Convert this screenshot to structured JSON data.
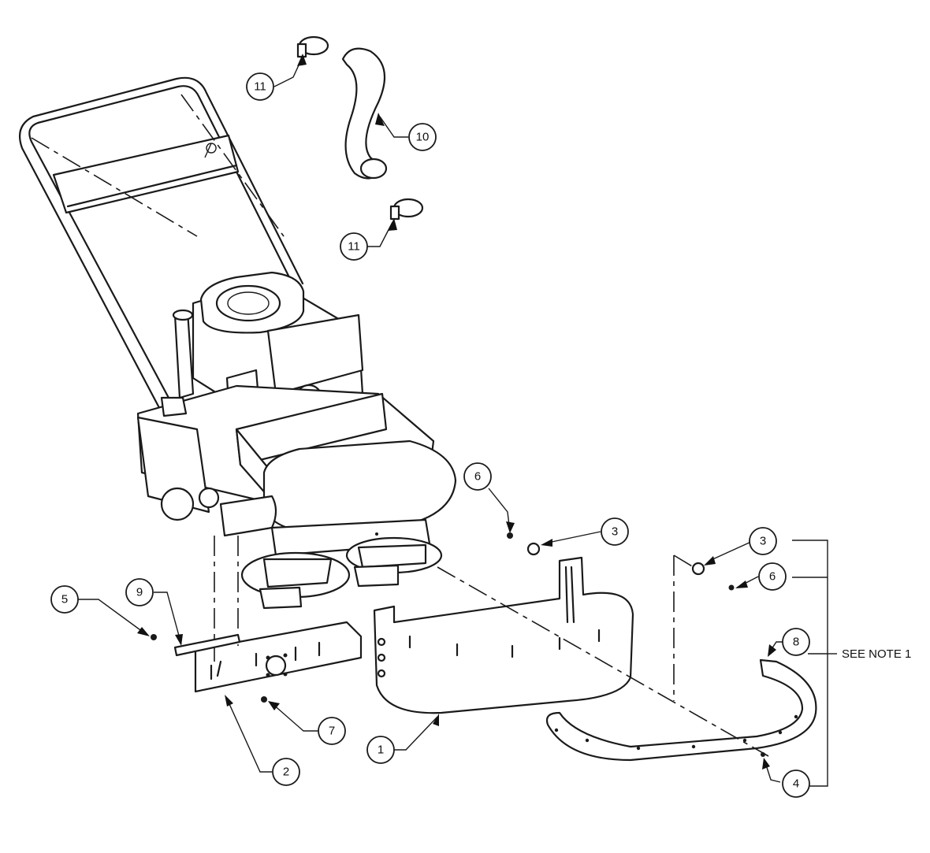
{
  "callouts": [
    {
      "id": "c11a",
      "label": "11"
    },
    {
      "id": "c10",
      "label": "10"
    },
    {
      "id": "c11b",
      "label": "11"
    },
    {
      "id": "c6a",
      "label": "6"
    },
    {
      "id": "c3a",
      "label": "3"
    },
    {
      "id": "c3b",
      "label": "3"
    },
    {
      "id": "c6b",
      "label": "6"
    },
    {
      "id": "c8",
      "label": "8"
    },
    {
      "id": "c4",
      "label": "4"
    },
    {
      "id": "c5",
      "label": "5"
    },
    {
      "id": "c9",
      "label": "9"
    },
    {
      "id": "c7",
      "label": "7"
    },
    {
      "id": "c2",
      "label": "2"
    },
    {
      "id": "c1",
      "label": "1"
    }
  ],
  "note": "SEE NOTE 1"
}
